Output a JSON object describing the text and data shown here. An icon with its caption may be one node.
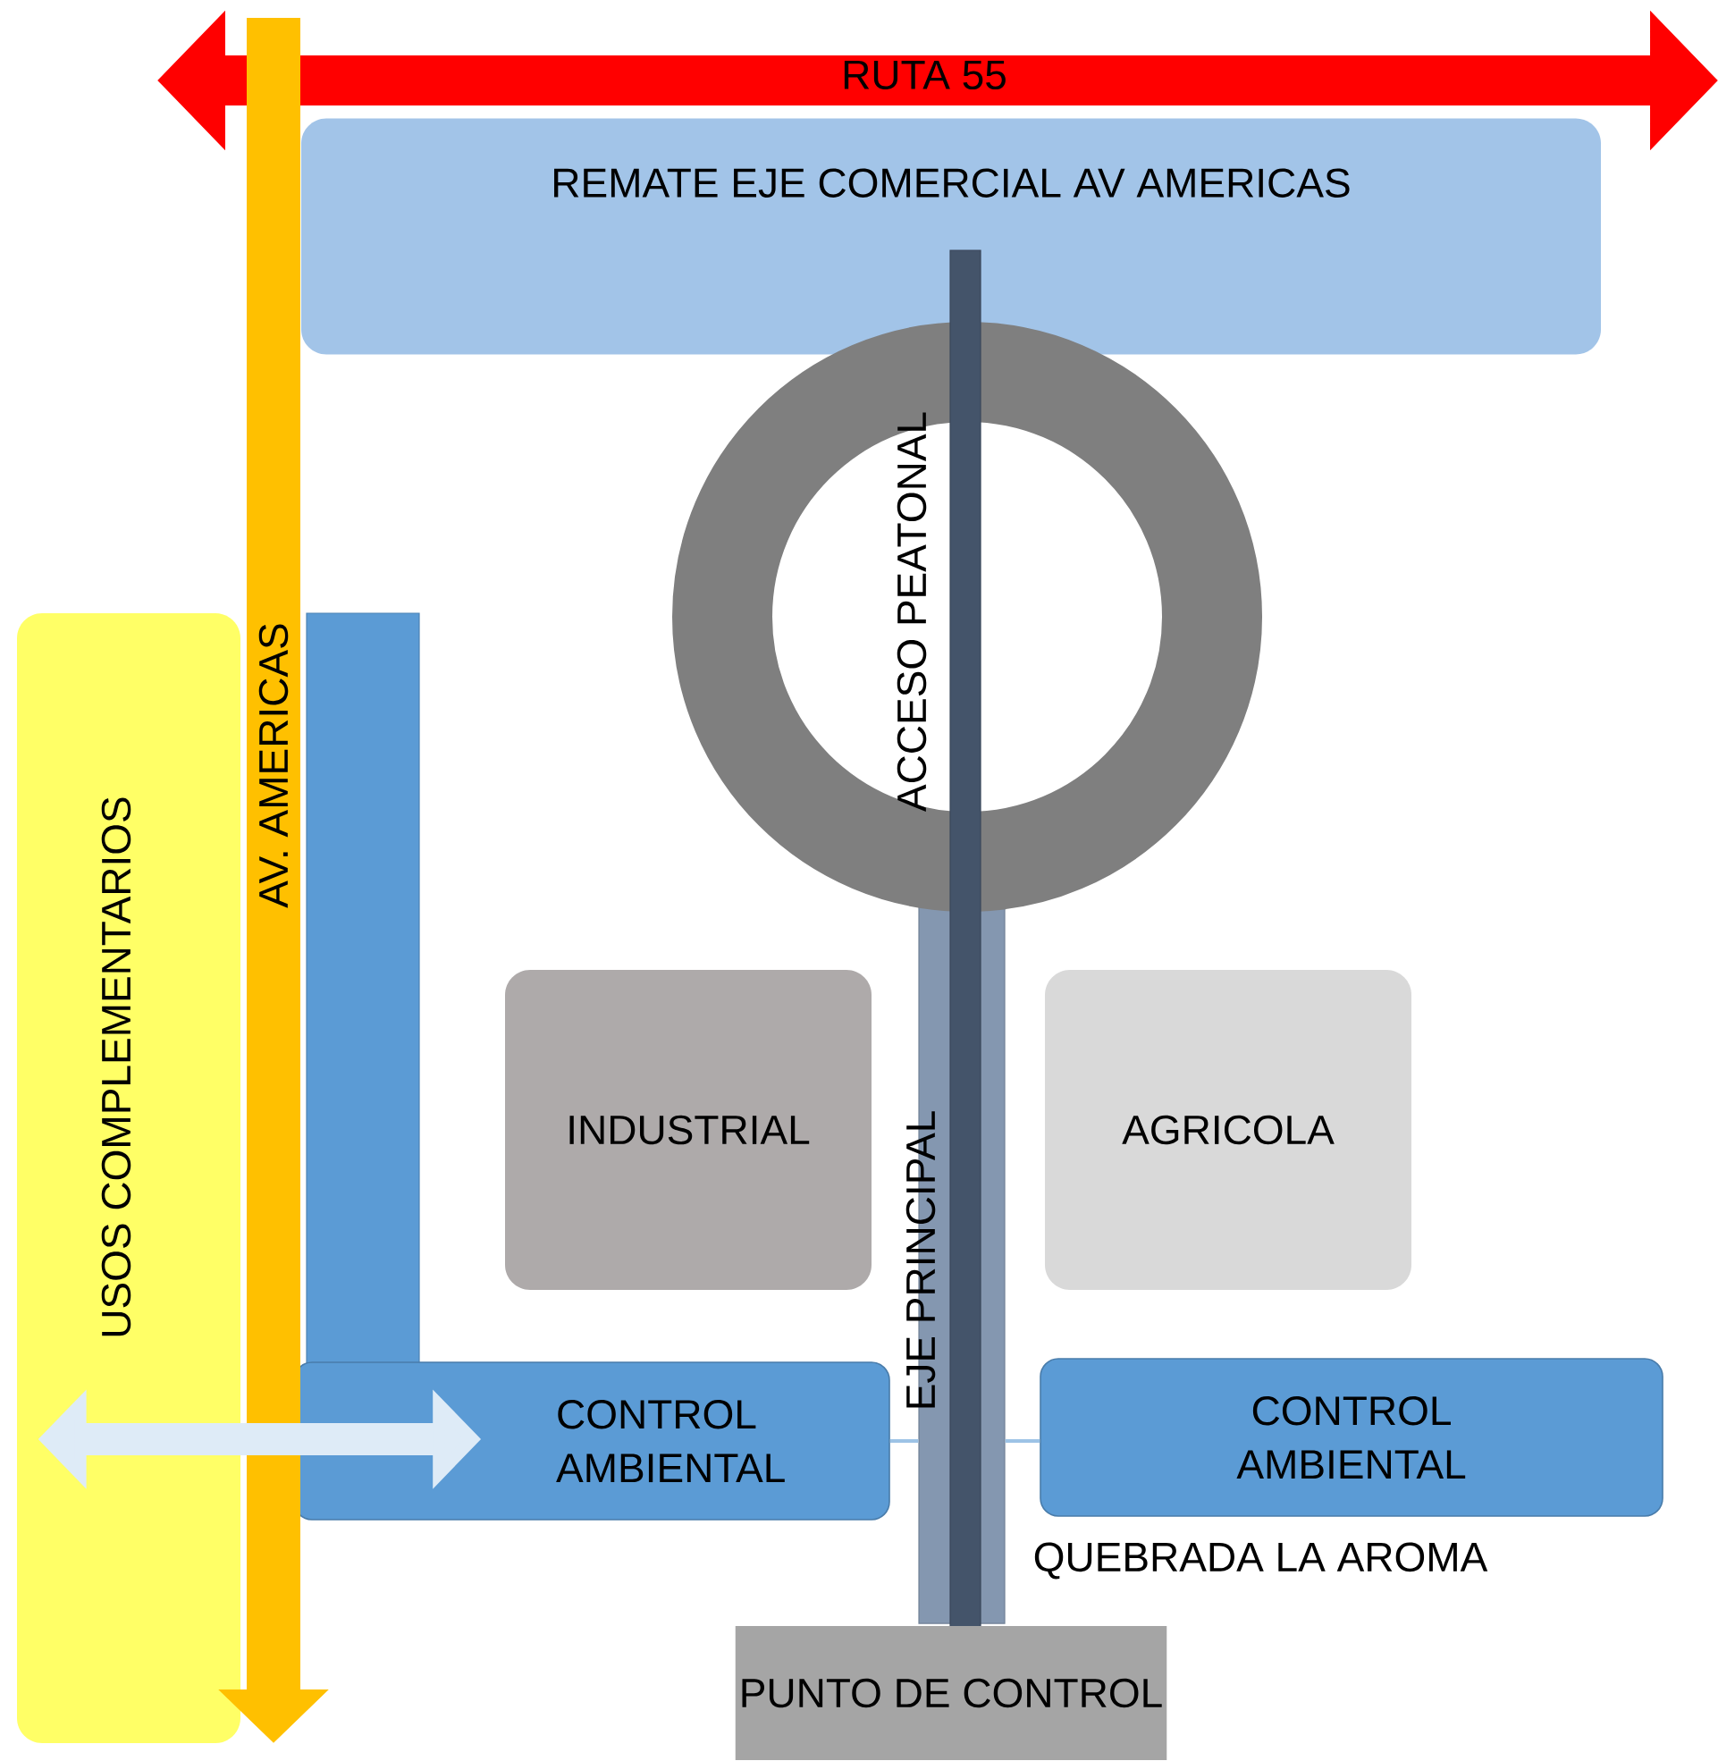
{
  "diagram": {
    "nodes": [
      {
        "text": [
          "REMATE EJE COMERCIAL AV AMERICAS"
        ]
      },
      {
        "text": [],
        "shape": "circle"
      },
      {
        "text": [
          "USOS COMPLEMENTARIOS"
        ]
      },
      {
        "text": [
          "INDUSTRIAL"
        ]
      },
      {
        "text": [
          "AGRICOLA"
        ]
      },
      {
        "text": [
          "CONTROL AMBIENTAL"
        ]
      },
      {
        "text": [
          "CONTROL AMBIENTAL"
        ]
      },
      {
        "text": [
          "PUNTO DE CONTROL"
        ]
      },
      {
        "text": [],
        "shape": "bar"
      },
      {
        "text": [],
        "shape": "bar"
      },
      {
        "text": [],
        "shape": "bar"
      }
    ],
    "edges": [
      {
        "from": 2,
        "to": 5,
        "arrow": "both",
        "style": "thick",
        "color": "#deebf7"
      },
      {
        "from": 5,
        "to": 8,
        "arrow": "none",
        "color": "#9dc3e6"
      },
      {
        "from": 8,
        "to": 6,
        "arrow": "none",
        "color": "#9dc3e6"
      }
    ],
    "labels": [
      "RUTA 55",
      "AV. AMERICAS",
      "ACCESO PEATONAL",
      "EJE PRINCIPAL",
      "QUEBRADA LA AROMA"
    ]
  }
}
